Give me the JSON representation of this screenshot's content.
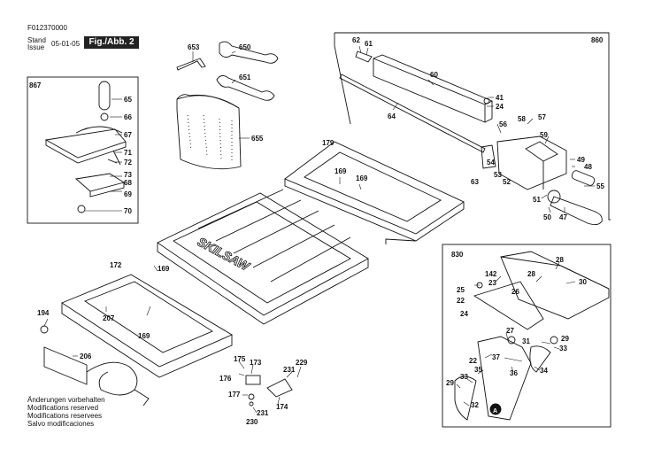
{
  "doc_number": "F012370000",
  "stand_label": "Stand",
  "issue_label": "Issue",
  "issue_date": "05-01-05",
  "fig_label": "Fig./Abb. 2",
  "brand_mark": "SKILSAW",
  "notes": [
    "Änderungen vorbehalten",
    "Modifications reserved",
    "Modifications reservees",
    "Salvo modificaciones"
  ],
  "groups": {
    "miter": "867",
    "fence": "860",
    "guard": "830"
  },
  "parts": {
    "p653": "653",
    "p650": "650",
    "p651": "651",
    "p655": "655",
    "p65": "65",
    "p66": "66",
    "p67": "67",
    "p71": "71",
    "p72": "72",
    "p73": "73",
    "p68": "68",
    "p69": "69",
    "p70": "70",
    "p62": "62",
    "p61": "61",
    "p60": "60",
    "p64": "64",
    "p41": "41",
    "p24a": "24",
    "p56": "56",
    "p58": "58",
    "p57": "57",
    "p59": "59",
    "p54": "54",
    "p53": "53",
    "p52": "52",
    "p63": "63",
    "p49": "49",
    "p48": "48",
    "p55": "55",
    "p51": "51",
    "p50": "50",
    "p47": "47",
    "p179": "179",
    "p169a": "169",
    "p169b": "169",
    "p172": "172",
    "p169c": "169",
    "p169d": "169",
    "p207": "207",
    "p194": "194",
    "p206": "206",
    "p175": "175",
    "p173": "173",
    "p176": "176",
    "p177": "177",
    "p231a": "231",
    "p229": "229",
    "p174": "174",
    "p231b": "231",
    "p230": "230",
    "p142": "142",
    "p23": "23",
    "p25": "25",
    "p22a": "22",
    "p24b": "24",
    "p26": "26",
    "p28a": "28",
    "p28b": "28",
    "p30": "30",
    "p27": "27",
    "p31": "31",
    "p29a": "29",
    "p33a": "33",
    "p22b": "22",
    "p37": "37",
    "p35": "35",
    "p36": "36",
    "p34": "34",
    "p33b": "33",
    "p29b": "29",
    "p32": "32",
    "pA": "A"
  }
}
